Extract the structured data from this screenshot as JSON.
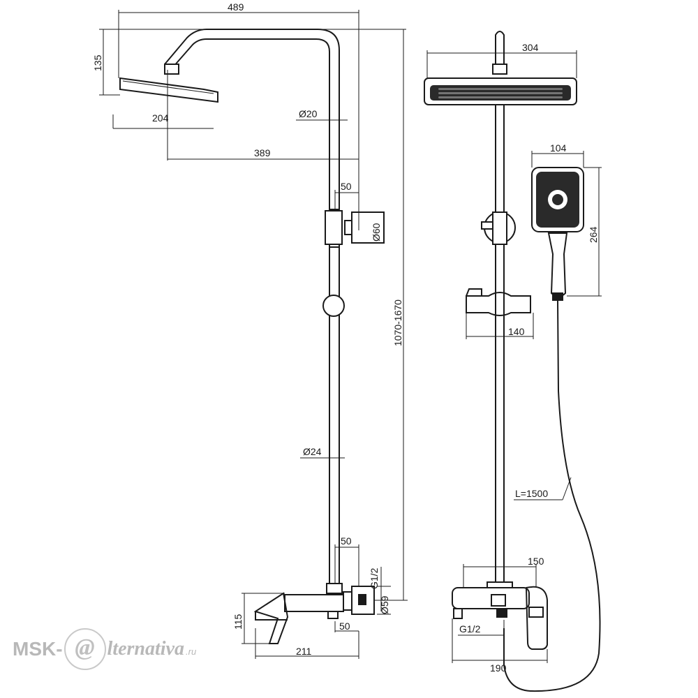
{
  "dimensions": {
    "total_width": "489",
    "head_height": "135",
    "head_diameter": "204",
    "arm_reach": "389",
    "arm_tube": "Ø20",
    "bracket_offset_top": "50",
    "bracket_diameter": "Ø60",
    "height_range": "1070-1670",
    "column_tube": "Ø24",
    "mixer_offset_top": "50",
    "inlet_thread": "G1/2",
    "inlet_flange": "Ø59",
    "mixer_height": "115",
    "mixer_offset_bottom": "50",
    "mixer_depth": "211",
    "front_head_width": "304",
    "hand_shower_width": "104",
    "hand_shower_length": "264",
    "holder_width": "140",
    "hose_length": "L=1500",
    "front_column_width": "150",
    "front_inlet_thread": "G1/2",
    "mixer_width": "190"
  },
  "watermark": {
    "prefix": "MSK-",
    "at_symbol": "@",
    "suffix": "lternativa",
    "tld": ".ru"
  }
}
